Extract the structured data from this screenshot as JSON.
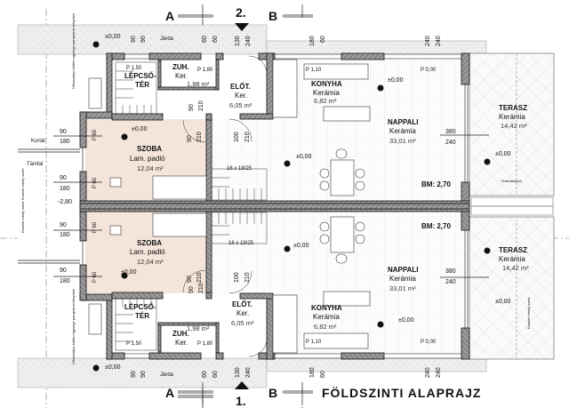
{
  "title": "FÖLDSZINTI ALAPRAJZ",
  "section_marks": {
    "a": "A",
    "b": "B",
    "top_view": "2.",
    "bottom_view": "1."
  },
  "level": "±0,00",
  "annotations": {
    "walkway": "Járda",
    "railing": "Korlát",
    "parapet_wall": "Támfal",
    "balcony_edge": "Emeleti erkély széle",
    "divider": "Térelválasztó",
    "heat_pump": "Hőszivattyú kültéri egysége parapetnél telepítve",
    "stair_spec": "16 x 19/25",
    "ceiling_height": "BM: 2,70",
    "depth": "-2,80"
  },
  "rooms": {
    "stair": {
      "name_1": "LÉPCSŐ-",
      "name_2": "TÉR",
      "parapet": "P 1,50"
    },
    "shower": {
      "name": "ZUH.",
      "floor": "Ker.",
      "area": "1,98 m²",
      "parapet": "P 1,80"
    },
    "hall": {
      "name": "ELŐT.",
      "floor": "Ker.",
      "area": "6,05 m²"
    },
    "kitchen": {
      "name": "KONYHA",
      "floor": "Kerámia",
      "area": "6,82 m²",
      "parapet": "P 1,10"
    },
    "living": {
      "name": "NAPPALI",
      "floor": "Kerámia",
      "area": "33,01 m²",
      "parapet": "P 0,00"
    },
    "terrace": {
      "name": "TERASZ",
      "floor": "Kerámia",
      "area": "14,42 m²"
    },
    "bedroom": {
      "name": "SZOBA",
      "floor": "Lam. padló",
      "area": "12,04 m²",
      "parapet": "P 60"
    }
  },
  "dimensions": {
    "d90": "90",
    "d180": "180",
    "d60": "60",
    "d130": "130",
    "d240": "240",
    "d210": "210",
    "d100": "100",
    "d380": "380"
  },
  "colors": {
    "wall": "#8e8e8e",
    "bedroom": "#f4e4da",
    "walkway": "#ececec"
  }
}
